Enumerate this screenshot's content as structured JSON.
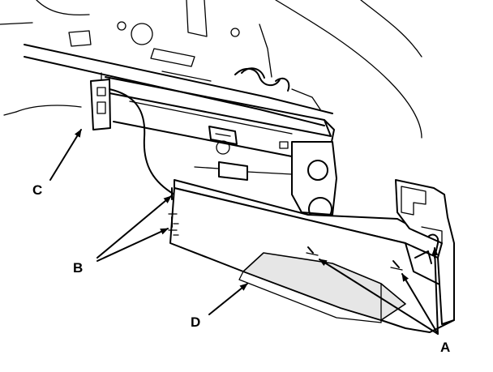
{
  "callouts": {
    "a": "A",
    "b": "B",
    "c": "C",
    "d": "D"
  },
  "colors": {
    "line": "#000000",
    "background": "#ffffff",
    "shade": "#e6e6e6"
  }
}
